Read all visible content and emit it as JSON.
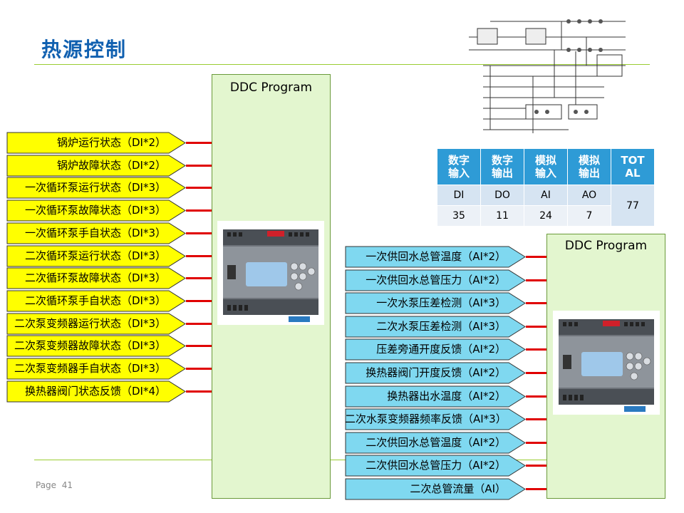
{
  "title": "热源控制",
  "page_label": "Page",
  "page_number": "41",
  "ddc_left": {
    "label": "DDC Program"
  },
  "ddc_right": {
    "label": "DDC Program"
  },
  "left_signals": [
    "锅炉运行状态（DI*2）",
    "锅炉故障状态（DI*2）",
    "一次循环泵运行状态（DI*3）",
    "一次循环泵故障状态（DI*3）",
    "一次循环泵手自状态（DI*3）",
    "二次循环泵运行状态（DI*3）",
    "二次循环泵故障状态（DI*3）",
    "二次循环泵手自状态（DI*3）",
    "二次泵变频器运行状态（DI*3）",
    "二次泵变频器故障状态（DI*3）",
    "二次泵变频器手自状态（DI*3）",
    "换热器阀门状态反馈（DI*4）"
  ],
  "right_signals": [
    "一次供回水总管温度（AI*2）",
    "一次供回水总管压力（AI*2）",
    "一次水泵压差检测（AI*3）",
    "二次水泵压差检测（AI*3）",
    "压差旁通开度反馈（AI*2）",
    "换热器阀门开度反馈（AI*2）",
    "换热器出水温度（AI*2）",
    "二次水泵变频器频率反馈（AI*3）",
    "二次供回水总管温度（AI*2）",
    "二次供回水总管压力（AI*2）",
    "二次总管流量（AI）"
  ],
  "io_table": {
    "headers": [
      "数字\n输入",
      "数字\n输出",
      "模拟\n输入",
      "模拟\n输出",
      "TOT\nAL"
    ],
    "types": [
      "DI",
      "DO",
      "AI",
      "AO"
    ],
    "counts": [
      "35",
      "11",
      "24",
      "7"
    ],
    "total": "77"
  },
  "colors": {
    "title": "#1060b0",
    "yellow_tag": "#ffff00",
    "blue_tag": "#7fd8f0",
    "connector": "#e00000",
    "ddc_bg": "#e3f6cf",
    "table_header": "#2e9bd6"
  }
}
